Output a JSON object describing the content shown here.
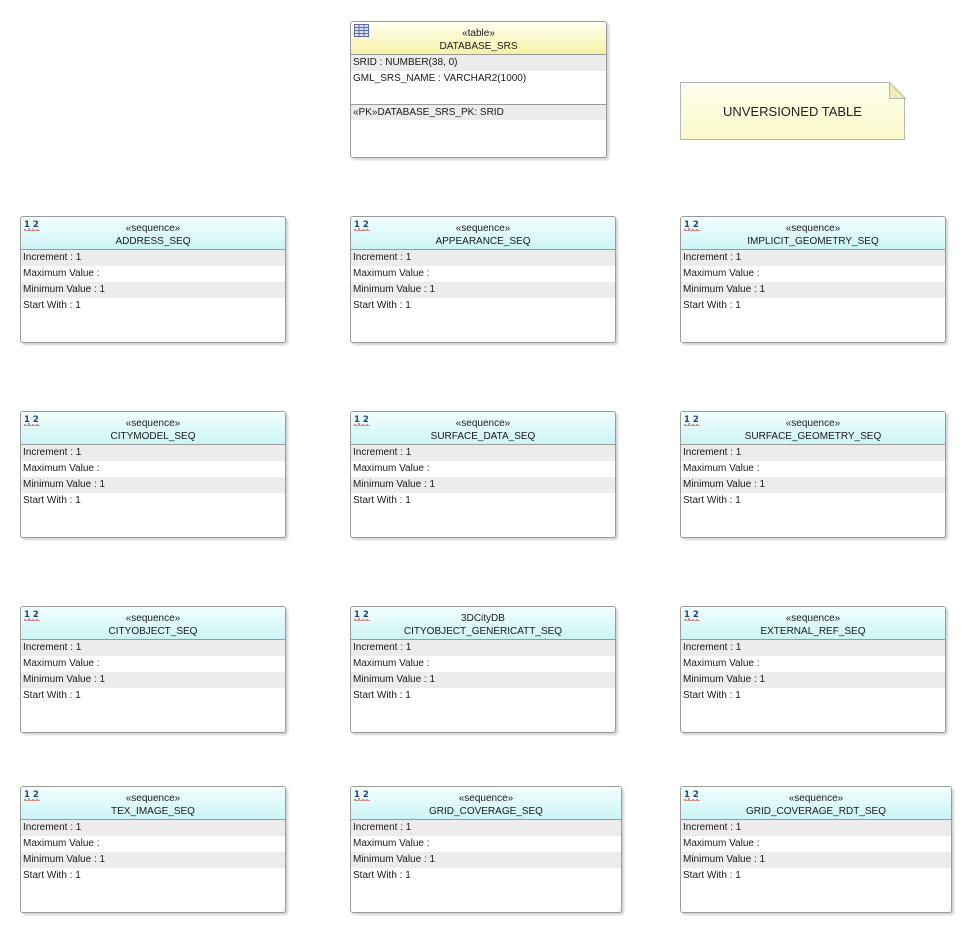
{
  "colors": {
    "sequence_header": "#ccf4f5",
    "table_header": "#f6f2a8",
    "border": "#9a9a9a",
    "row_shade": "#ececec"
  },
  "note": {
    "text": "UNVERSIONED TABLE"
  },
  "table": {
    "stereotype": "«table»",
    "name": "DATABASE_SRS",
    "icon": "table-icon",
    "columns": [
      "SRID : NUMBER(38, 0)",
      "GML_SRS_NAME : VARCHAR2(1000)"
    ],
    "constraints": [
      "«PK»DATABASE_SRS_PK: SRID"
    ]
  },
  "sequences": [
    {
      "stereotype": "«sequence»",
      "name": "ADDRESS_SEQ",
      "props": [
        "Increment : 1",
        "Maximum Value :",
        "Minimum Value : 1",
        "Start With : 1"
      ]
    },
    {
      "stereotype": "«sequence»",
      "name": "APPEARANCE_SEQ",
      "props": [
        "Increment : 1",
        "Maximum Value :",
        "Minimum Value : 1",
        "Start With : 1"
      ]
    },
    {
      "stereotype": "«sequence»",
      "name": "IMPLICIT_GEOMETRY_SEQ",
      "props": [
        "Increment : 1",
        "Maximum Value :",
        "Minimum Value : 1",
        "Start With : 1"
      ]
    },
    {
      "stereotype": "«sequence»",
      "name": "CITYMODEL_SEQ",
      "props": [
        "Increment : 1",
        "Maximum Value :",
        "Minimum Value : 1",
        "Start With : 1"
      ]
    },
    {
      "stereotype": "«sequence»",
      "name": "SURFACE_DATA_SEQ",
      "props": [
        "Increment : 1",
        "Maximum Value :",
        "Minimum Value : 1",
        "Start With : 1"
      ]
    },
    {
      "stereotype": "«sequence»",
      "name": "SURFACE_GEOMETRY_SEQ",
      "props": [
        "Increment : 1",
        "Maximum Value :",
        "Minimum Value : 1",
        "Start With : 1"
      ]
    },
    {
      "stereotype": "«sequence»",
      "name": "CITYOBJECT_SEQ",
      "props": [
        "Increment : 1",
        "Maximum Value :",
        "Minimum Value : 1",
        "Start With : 1"
      ]
    },
    {
      "stereotype": "3DCityDB",
      "name": "CITYOBJECT_GENERICATT_SEQ",
      "props": [
        "Increment : 1",
        "Maximum Value :",
        "Minimum Value : 1",
        "Start With : 1"
      ]
    },
    {
      "stereotype": "«sequence»",
      "name": "EXTERNAL_REF_SEQ",
      "props": [
        "Increment : 1",
        "Maximum Value :",
        "Minimum Value : 1",
        "Start With : 1"
      ]
    },
    {
      "stereotype": "«sequence»",
      "name": "TEX_IMAGE_SEQ",
      "props": [
        "Increment : 1",
        "Maximum Value :",
        "Minimum Value : 1",
        "Start With : 1"
      ]
    },
    {
      "stereotype": "«sequence»",
      "name": "GRID_COVERAGE_SEQ",
      "props": [
        "Increment : 1",
        "Maximum Value :",
        "Minimum Value : 1",
        "Start With : 1"
      ]
    },
    {
      "stereotype": "«sequence»",
      "name": "GRID_COVERAGE_RDT_SEQ",
      "props": [
        "Increment : 1",
        "Maximum Value :",
        "Minimum Value : 1",
        "Start With : 1"
      ]
    }
  ]
}
